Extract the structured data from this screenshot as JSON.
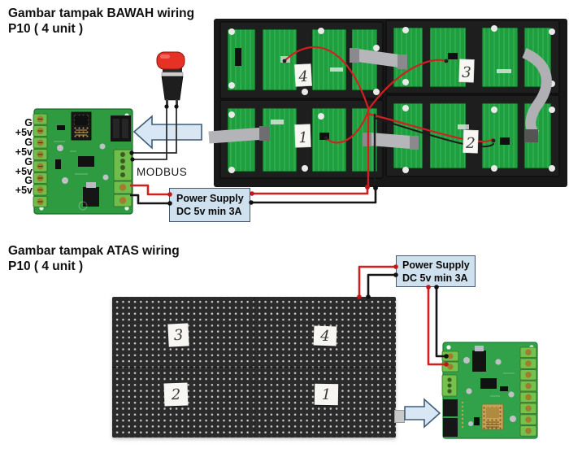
{
  "top": {
    "title1": "Gambar tampak BAWAH wiring",
    "title2": "P10 ( 4 unit )",
    "pins": [
      "G",
      "+5v",
      "G",
      "+5v",
      "G",
      "+5v",
      "G",
      "+5v"
    ],
    "modbus": "MODBUS",
    "ps": {
      "line1": "Power Supply",
      "line2": "DC 5v min 3A"
    },
    "panels": {
      "tl": "4",
      "tr": "3",
      "bl": "1",
      "br": "2"
    }
  },
  "bottom": {
    "title1": "Gambar tampak ATAS wiring",
    "title2": "P10 ( 4 unit )",
    "ps": {
      "line1": "Power Supply",
      "line2": "DC 5v min 3A"
    },
    "panels": {
      "tl": "3",
      "tr": "4",
      "bl": "2",
      "br": "1"
    }
  },
  "colors": {
    "wire_red": "#d21f1f",
    "wire_black": "#151515",
    "power_box_fill": "#cfe0ee",
    "arrow_fill": "#d9e7f4",
    "pcb_green": "#2e9b41",
    "led_pcb_green": "#1f9e3f",
    "button_red": "#e63226"
  },
  "icons": {
    "flow_arrow_left": "left-block-arrow",
    "flow_arrow_right": "right-block-arrow"
  }
}
